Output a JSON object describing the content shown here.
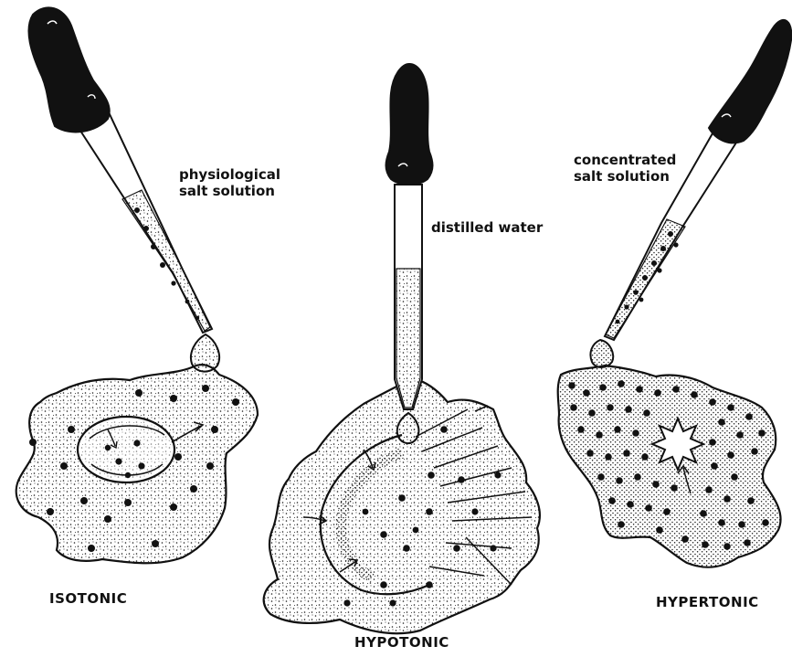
{
  "labels": {
    "isotonic_solution_line1": "physiological",
    "isotonic_solution_line2": "salt solution",
    "hypotonic_solution": "distilled water",
    "hypertonic_solution_line1": "concentrated",
    "hypertonic_solution_line2": "salt solution",
    "isotonic_caption": "ISOTONIC",
    "hypotonic_caption": "HYPOTONIC",
    "hypertonic_caption": "HYPERTONIC"
  },
  "colors": {
    "ink": "#111111",
    "background": "#ffffff",
    "stipple": "#1a1a1a"
  },
  "icons": {
    "dropper": "pipette-icon",
    "cell": "cell-blob"
  }
}
